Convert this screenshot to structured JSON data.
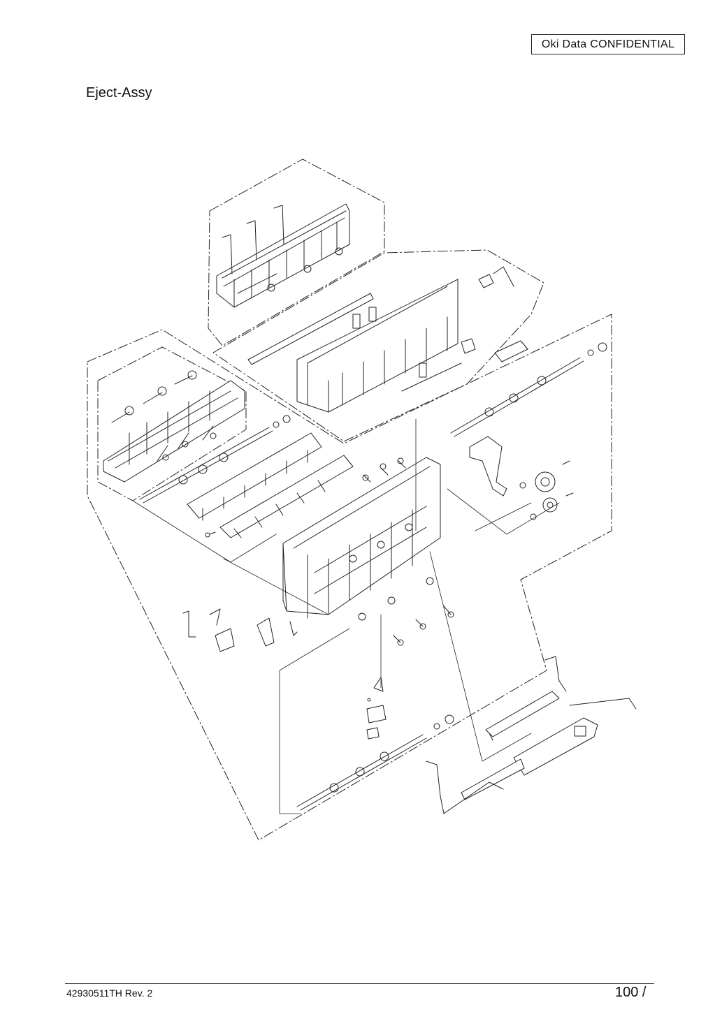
{
  "header": {
    "confidential_label": "Oki  Data  CONFIDENTIAL"
  },
  "document": {
    "title": "Eject-Assy"
  },
  "footer": {
    "doc_number": "42930511TH  Rev. 2",
    "page_number": "100 /"
  },
  "drawing": {
    "type": "exploded-parts-diagram",
    "line_color": "#222222"
  }
}
